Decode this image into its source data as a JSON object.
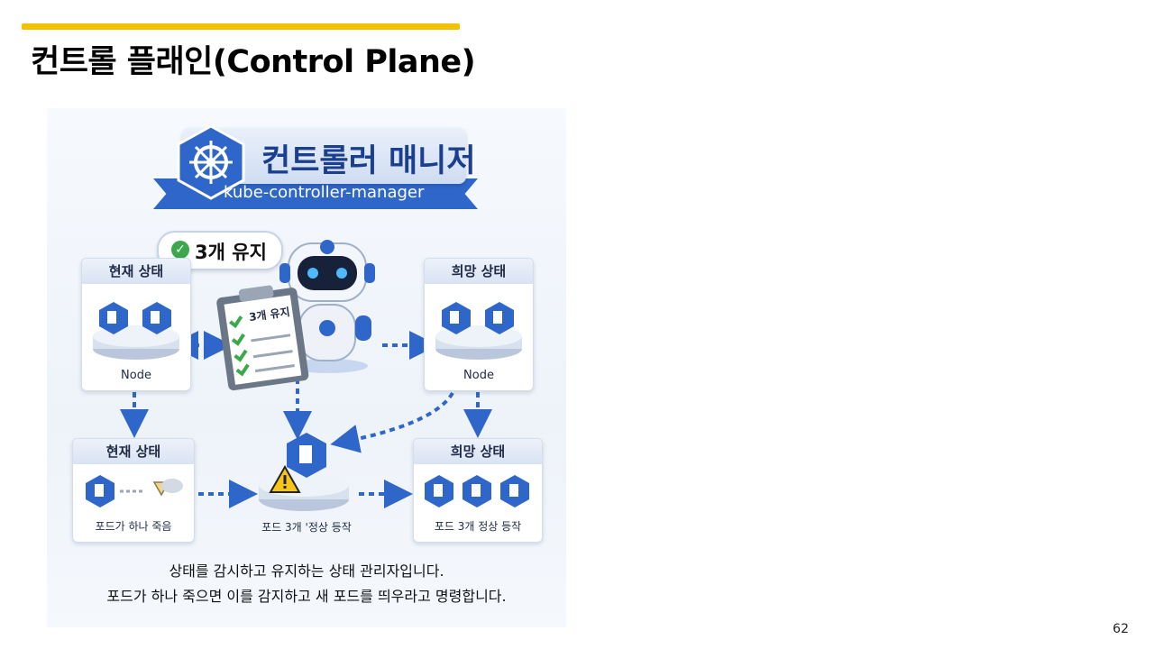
{
  "slide": {
    "title": "컨트롤 플래인(Control Plane)",
    "page_number": "62",
    "accent_color": "#f2c200"
  },
  "illustration": {
    "banner_title": "컨트롤러 매니저",
    "banner_subtitle": "kube-controller-manager",
    "bubble_text": "3개 유지",
    "clipboard_text": "3개 유지",
    "current_state_top": {
      "header": "현재 상태",
      "label": "Node"
    },
    "desired_state_top": {
      "header": "희망 상태",
      "label": "Node"
    },
    "current_state_bottom": {
      "header": "현재 상태",
      "label": "포드가 하나  죽음"
    },
    "middle_label": "포드 3개 '정상 등작",
    "desired_state_bottom": {
      "header": "희망 상태",
      "label": "포드  3개 정상 등작"
    },
    "caption_line1": "상태를 감시하고 유지하는 상태 관리자입니다.",
    "caption_line2": "포드가 하나 죽으면 이를 감지하고 새 포드를 띄우라고 명령합니다.",
    "colors": {
      "primary_blue": "#2e67c9",
      "dark_blue": "#1a3f8f",
      "check_green": "#3aa84b",
      "warning_yellow": "#f5c518"
    }
  }
}
